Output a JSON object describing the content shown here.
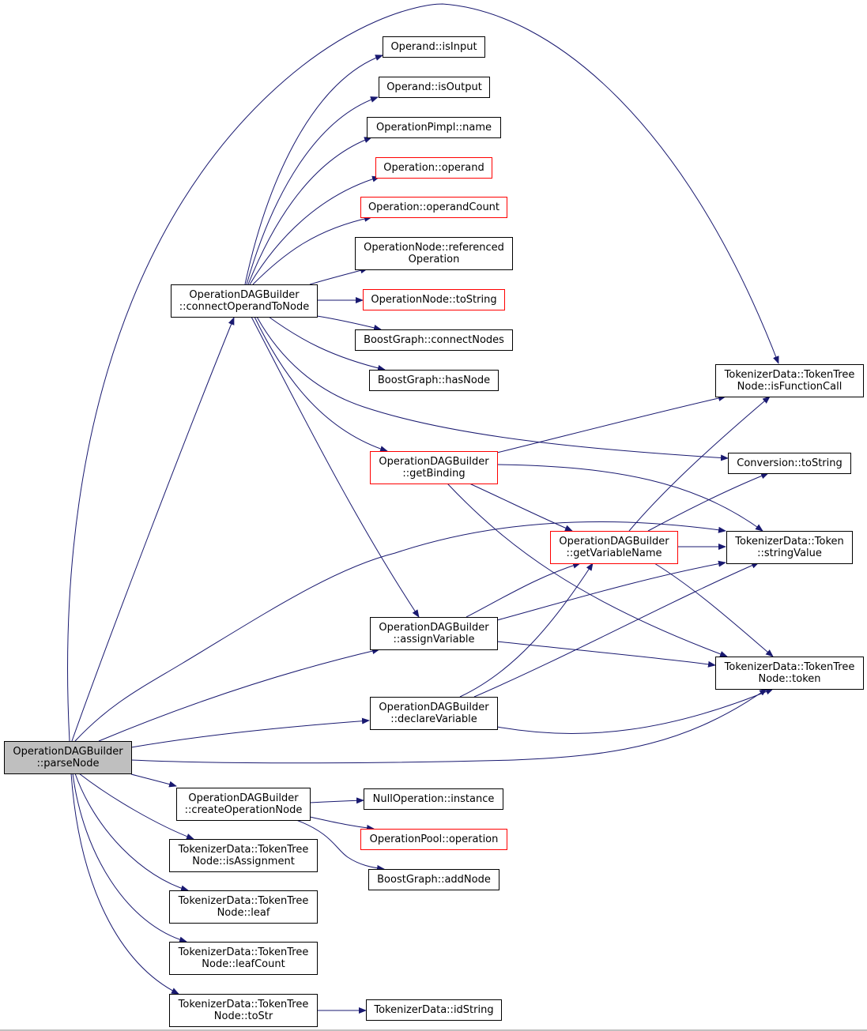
{
  "colors": {
    "edge": "#191970",
    "node_border": "#000000",
    "node_border_truncated": "#ff0000",
    "node_fill": "#ffffff",
    "root_fill": "#bfbfbf"
  },
  "nodes": [
    {
      "id": "parseNode",
      "lines": [
        "OperationDAGBuilder",
        "::parseNode"
      ],
      "root": true
    },
    {
      "id": "connectOperandToNode",
      "lines": [
        "OperationDAGBuilder",
        "::connectOperandToNode"
      ]
    },
    {
      "id": "isInput",
      "lines": [
        "Operand::isInput"
      ]
    },
    {
      "id": "isOutput",
      "lines": [
        "Operand::isOutput"
      ]
    },
    {
      "id": "pimplName",
      "lines": [
        "OperationPimpl::name"
      ]
    },
    {
      "id": "operand",
      "lines": [
        "Operation::operand"
      ],
      "truncated": true
    },
    {
      "id": "operandCount",
      "lines": [
        "Operation::operandCount"
      ],
      "truncated": true
    },
    {
      "id": "referencedOperation",
      "lines": [
        "OperationNode::referenced",
        "Operation"
      ]
    },
    {
      "id": "opNodeToString",
      "lines": [
        "OperationNode::toString"
      ],
      "truncated": true
    },
    {
      "id": "connectNodes",
      "lines": [
        "BoostGraph::connectNodes"
      ]
    },
    {
      "id": "hasNode",
      "lines": [
        "BoostGraph::hasNode"
      ]
    },
    {
      "id": "isFunctionCall",
      "lines": [
        "TokenizerData::TokenTree",
        "Node::isFunctionCall"
      ]
    },
    {
      "id": "getBinding",
      "lines": [
        "OperationDAGBuilder",
        "::getBinding"
      ],
      "truncated": true
    },
    {
      "id": "convToString",
      "lines": [
        "Conversion::toString"
      ]
    },
    {
      "id": "getVariableName",
      "lines": [
        "OperationDAGBuilder",
        "::getVariableName"
      ],
      "truncated": true
    },
    {
      "id": "stringValue",
      "lines": [
        "TokenizerData::Token",
        "::stringValue"
      ]
    },
    {
      "id": "assignVariable",
      "lines": [
        "OperationDAGBuilder",
        "::assignVariable"
      ]
    },
    {
      "id": "nodeToken",
      "lines": [
        "TokenizerData::TokenTree",
        "Node::token"
      ]
    },
    {
      "id": "declareVariable",
      "lines": [
        "OperationDAGBuilder",
        "::declareVariable"
      ]
    },
    {
      "id": "createOperationNode",
      "lines": [
        "OperationDAGBuilder",
        "::createOperationNode"
      ]
    },
    {
      "id": "nullInstance",
      "lines": [
        "NullOperation::instance"
      ]
    },
    {
      "id": "poolOperation",
      "lines": [
        "OperationPool::operation"
      ],
      "truncated": true
    },
    {
      "id": "isAssignment",
      "lines": [
        "TokenizerData::TokenTree",
        "Node::isAssignment"
      ]
    },
    {
      "id": "addNode",
      "lines": [
        "BoostGraph::addNode"
      ]
    },
    {
      "id": "leaf",
      "lines": [
        "TokenizerData::TokenTree",
        "Node::leaf"
      ]
    },
    {
      "id": "leafCount",
      "lines": [
        "TokenizerData::TokenTree",
        "Node::leafCount"
      ]
    },
    {
      "id": "toStr",
      "lines": [
        "TokenizerData::TokenTree",
        "Node::toStr"
      ]
    },
    {
      "id": "idString",
      "lines": [
        "TokenizerData::idString"
      ]
    }
  ],
  "edges": [
    [
      "parseNode",
      "connectOperandToNode"
    ],
    [
      "parseNode",
      "isFunctionCall"
    ],
    [
      "parseNode",
      "stringValue"
    ],
    [
      "parseNode",
      "assignVariable"
    ],
    [
      "parseNode",
      "declareVariable"
    ],
    [
      "parseNode",
      "nodeToken"
    ],
    [
      "parseNode",
      "createOperationNode"
    ],
    [
      "parseNode",
      "isAssignment"
    ],
    [
      "parseNode",
      "leaf"
    ],
    [
      "parseNode",
      "leafCount"
    ],
    [
      "parseNode",
      "toStr"
    ],
    [
      "connectOperandToNode",
      "isInput"
    ],
    [
      "connectOperandToNode",
      "isOutput"
    ],
    [
      "connectOperandToNode",
      "pimplName"
    ],
    [
      "connectOperandToNode",
      "operand"
    ],
    [
      "connectOperandToNode",
      "operandCount"
    ],
    [
      "connectOperandToNode",
      "referencedOperation"
    ],
    [
      "connectOperandToNode",
      "opNodeToString"
    ],
    [
      "connectOperandToNode",
      "connectNodes"
    ],
    [
      "connectOperandToNode",
      "hasNode"
    ],
    [
      "connectOperandToNode",
      "convToString"
    ],
    [
      "connectOperandToNode",
      "getBinding"
    ],
    [
      "connectOperandToNode",
      "assignVariable"
    ],
    [
      "getBinding",
      "isFunctionCall"
    ],
    [
      "getBinding",
      "getVariableName"
    ],
    [
      "getBinding",
      "stringValue"
    ],
    [
      "getBinding",
      "nodeToken"
    ],
    [
      "getVariableName",
      "isFunctionCall"
    ],
    [
      "getVariableName",
      "convToString"
    ],
    [
      "getVariableName",
      "stringValue"
    ],
    [
      "getVariableName",
      "nodeToken"
    ],
    [
      "assignVariable",
      "getVariableName"
    ],
    [
      "assignVariable",
      "stringValue"
    ],
    [
      "assignVariable",
      "nodeToken"
    ],
    [
      "declareVariable",
      "getVariableName"
    ],
    [
      "declareVariable",
      "stringValue"
    ],
    [
      "declareVariable",
      "nodeToken"
    ],
    [
      "createOperationNode",
      "nullInstance"
    ],
    [
      "createOperationNode",
      "poolOperation"
    ],
    [
      "createOperationNode",
      "addNode"
    ],
    [
      "toStr",
      "idString"
    ]
  ]
}
